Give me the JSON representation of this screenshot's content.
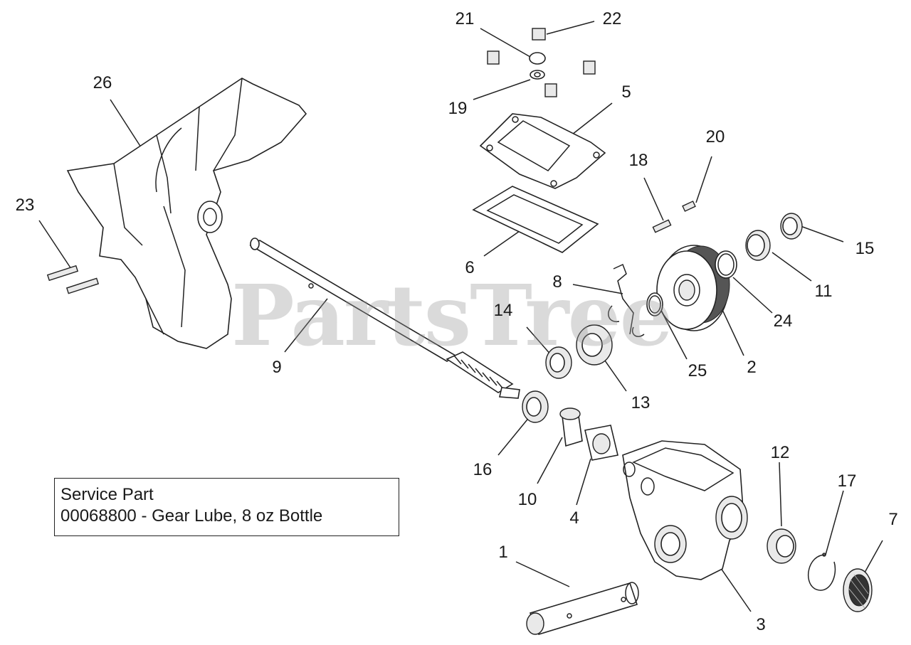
{
  "watermark": "PartsTree",
  "service_box": {
    "line1": "Service Part",
    "line2": "00068800 - Gear Lube, 8 oz Bottle"
  },
  "callouts": [
    "21",
    "22",
    "19",
    "5",
    "26",
    "20",
    "18",
    "23",
    "15",
    "6",
    "8",
    "11",
    "24",
    "14",
    "9",
    "25",
    "2",
    "13",
    "16",
    "12",
    "17",
    "7",
    "10",
    "4",
    "1",
    "3"
  ]
}
